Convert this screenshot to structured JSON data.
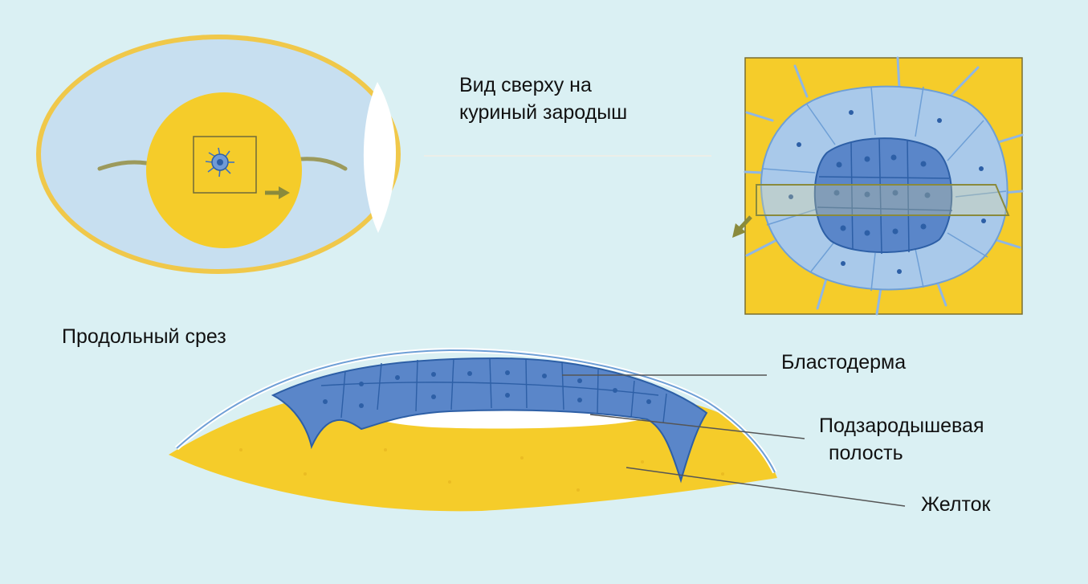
{
  "labels": {
    "top_view": [
      "Вид сверху на",
      "куриный зародыш"
    ],
    "longitudinal_section": "Продольный срез",
    "blastoderm": "Бластодерма",
    "subgerminal_cavity": [
      "Подзародышевая",
      "полость"
    ],
    "yolk": "Желток"
  },
  "colors": {
    "background": "#daf0f3",
    "yolk": "#f5cc2a",
    "albumen": "#c7dff0",
    "shell": "#f0c84a",
    "cell_dark": "#5a86c9",
    "cell_light": "#a9c9ea",
    "cell_outline": "#2d5fa6",
    "arrow": "#8a8a3c",
    "leader_line": "#555555"
  },
  "icons": [
    "egg-icon",
    "arrow-right-icon",
    "arrow-down-left-icon"
  ]
}
